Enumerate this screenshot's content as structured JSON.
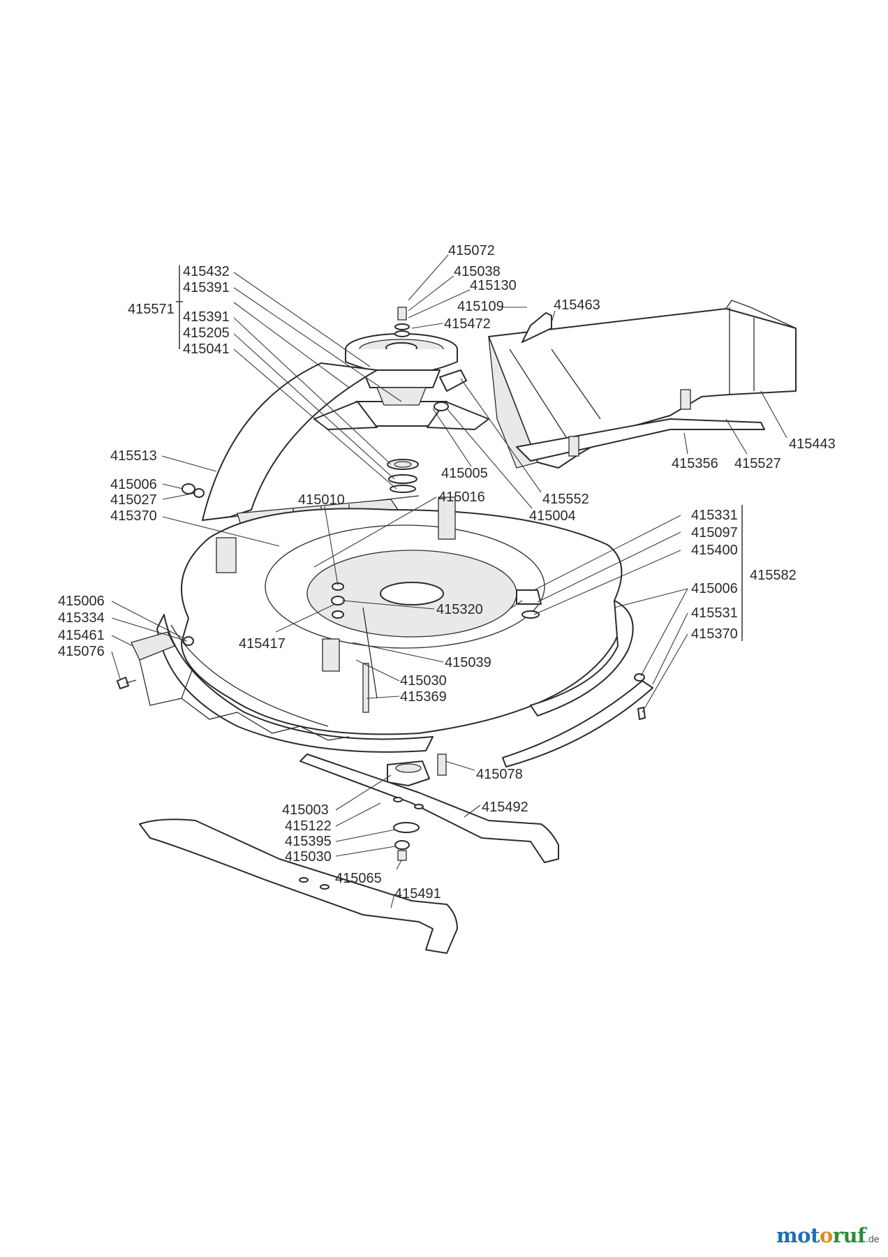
{
  "parts": {
    "p415072": "415072",
    "p415038": "415038",
    "p415130": "415130",
    "p415109": "415109",
    "p415463": "415463",
    "p415472": "415472",
    "p415432": "415432",
    "p415391a": "415391",
    "p415571": "415571",
    "p415391b": "415391",
    "p415205": "415205",
    "p415041": "415041",
    "p415443": "415443",
    "p415356": "415356",
    "p415527": "415527",
    "p415513": "415513",
    "p415005": "415005",
    "p415006a": "415006",
    "p415027": "415027",
    "p415010": "415010",
    "p415016": "415016",
    "p415552": "415552",
    "p415370a": "415370",
    "p415004": "415004",
    "p415331": "415331",
    "p415097": "415097",
    "p415400": "415400",
    "p415582": "415582",
    "p415006b": "415006",
    "p415006c": "415006",
    "p415334": "415334",
    "p415320": "415320",
    "p415531": "415531",
    "p415461": "415461",
    "p415370b": "415370",
    "p415076": "415076",
    "p415417": "415417",
    "p415039": "415039",
    "p415030a": "415030",
    "p415369": "415369",
    "p415078": "415078",
    "p415003": "415003",
    "p415492": "415492",
    "p415122": "415122",
    "p415395": "415395",
    "p415030b": "415030",
    "p415065": "415065",
    "p415491": "415491"
  },
  "logo": {
    "part1": "mot",
    "part2": "o",
    "part3": "ruf",
    "tld": ".de"
  }
}
